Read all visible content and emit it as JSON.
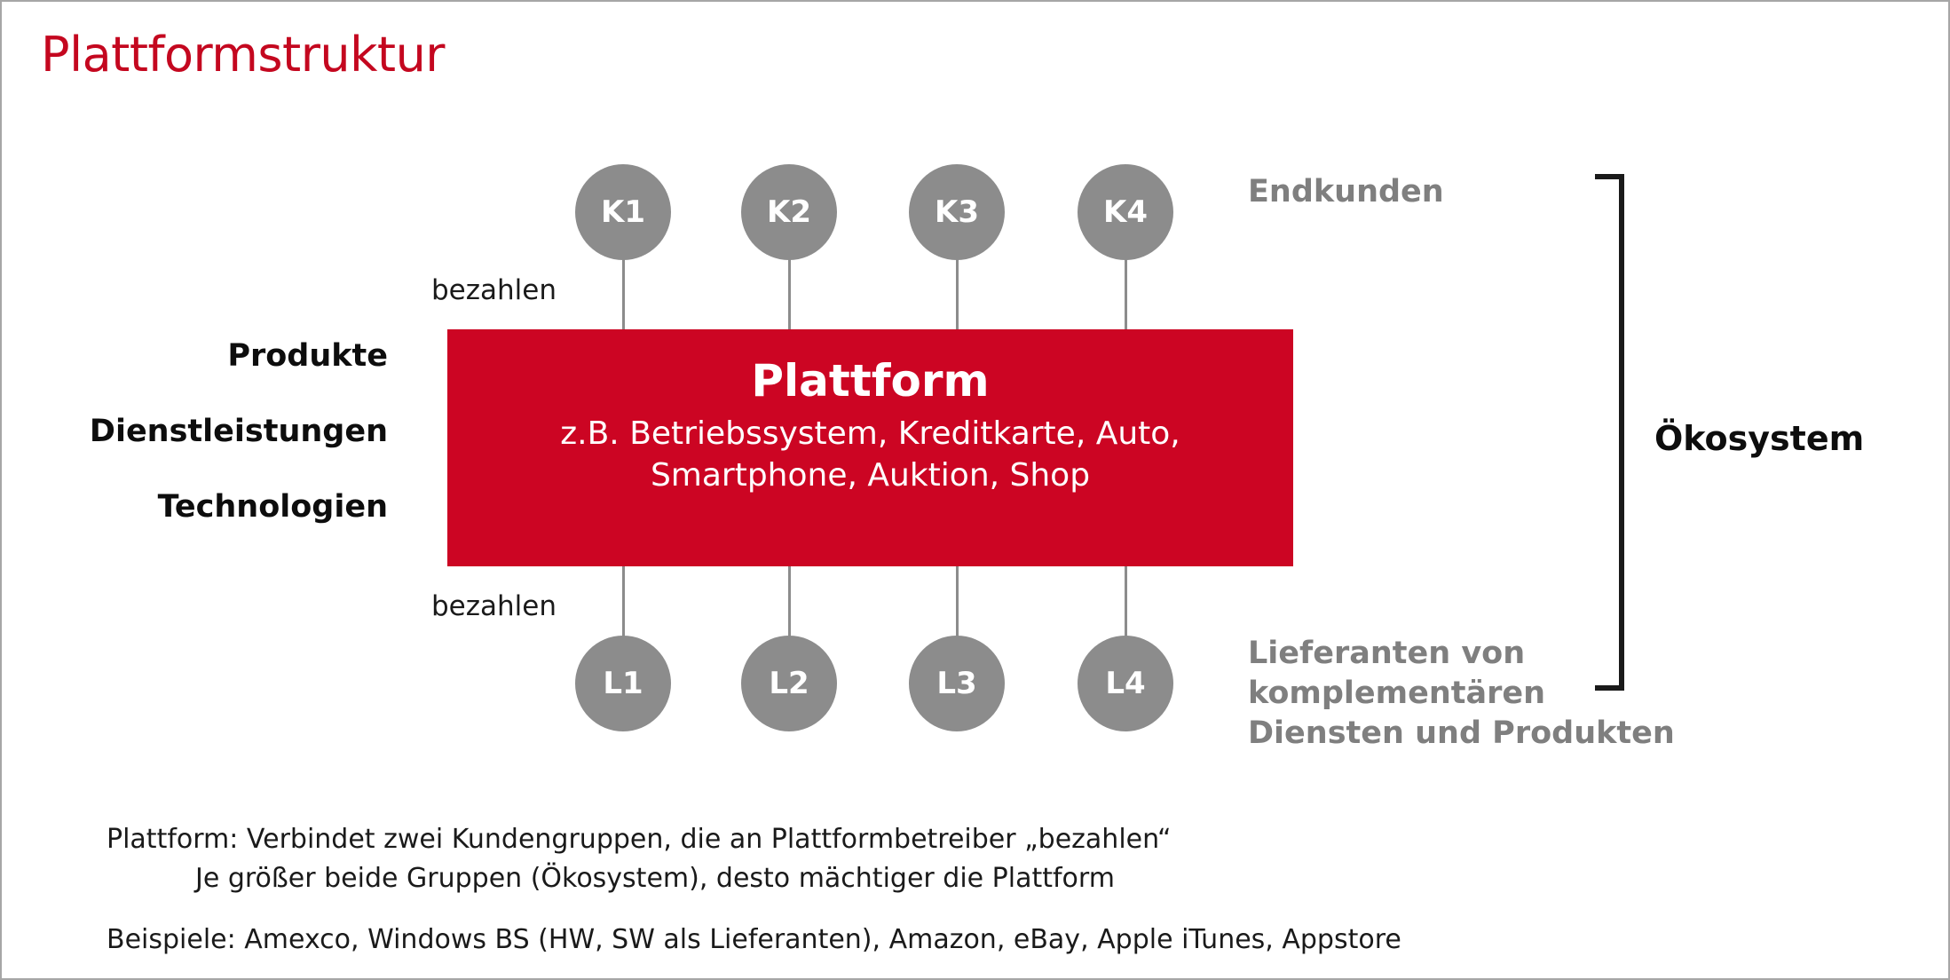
{
  "title": "Plattformstruktur",
  "colors": {
    "brand_red": "#cc0523",
    "title_red": "#c4071f",
    "node_gray": "#8c8c8c",
    "label_gray": "#7f7f7f",
    "bracket_black": "#1a1a1a",
    "frame_gray": "#a6a6a6"
  },
  "customers": {
    "nodes": [
      {
        "label": "K1"
      },
      {
        "label": "K2"
      },
      {
        "label": "K3"
      },
      {
        "label": "K4"
      }
    ],
    "group_label": "Endkunden",
    "pay_label": "bezahlen"
  },
  "suppliers": {
    "nodes": [
      {
        "label": "L1"
      },
      {
        "label": "L2"
      },
      {
        "label": "L3"
      },
      {
        "label": "L4"
      }
    ],
    "group_label_line1": "Lieferanten von",
    "group_label_line2": "komplementären",
    "group_label_line3": "Diensten und Produkten",
    "pay_label": "bezahlen"
  },
  "platform": {
    "title": "Plattform",
    "description_line1": "z.B. Betriebssystem, Kreditkarte, Auto,",
    "description_line2": "Smartphone, Auktion, Shop"
  },
  "left_labels": [
    {
      "text": "Produkte"
    },
    {
      "text": "Dienstleistungen"
    },
    {
      "text": "Technologien"
    }
  ],
  "bracket": {
    "label": "Ökosystem"
  },
  "footnotes": {
    "line1": "Plattform: Verbindet zwei Kundengruppen, die an Plattformbetreiber „bezahlen“",
    "line2": "Je größer beide Gruppen (Ökosystem), desto mächtiger die Plattform",
    "line3": "Beispiele: Amexco, Windows BS (HW, SW als Lieferanten), Amazon, eBay, Apple iTunes, Appstore"
  }
}
